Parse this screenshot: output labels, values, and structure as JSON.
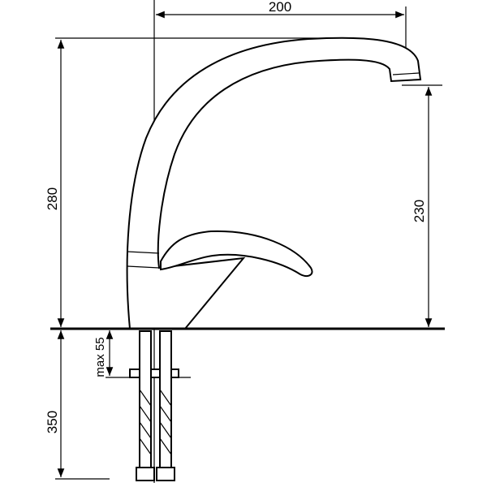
{
  "title": "Faucet dimension drawing",
  "dimensions": {
    "spout_reach": "200",
    "total_height": "280",
    "spout_outlet_height": "230",
    "max_countertop_thickness": "max 55",
    "hose_length": "350"
  },
  "colors": {
    "line": "#000000",
    "background": "#ffffff"
  }
}
